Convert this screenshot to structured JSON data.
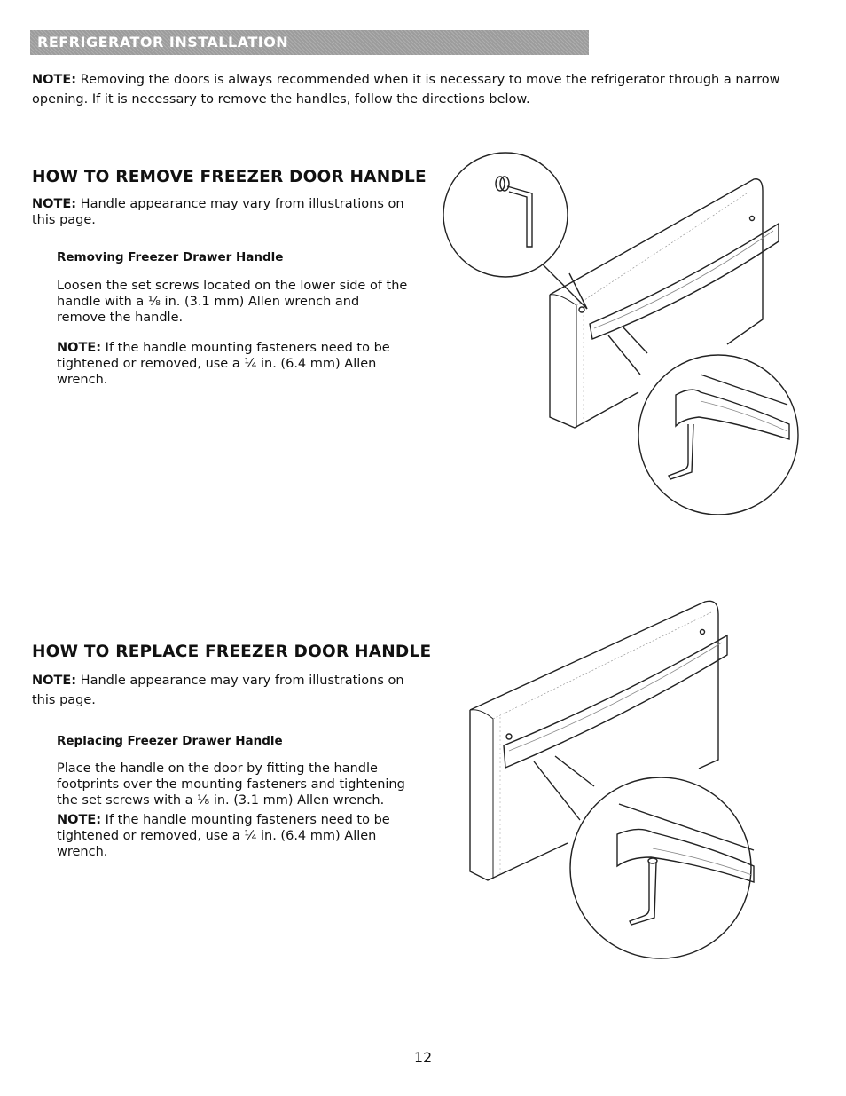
{
  "header": {
    "banner": "REFRIGERATOR INSTALLATION"
  },
  "intro": {
    "note_label": "NOTE:",
    "text": " Removing the doors is always recommended when it is necessary to move the refrigerator through a narrow opening. If it is necessary to remove the handles, follow the directions below."
  },
  "remove": {
    "heading": "HOW TO REMOVE FREEZER DOOR HANDLE",
    "note_label": "NOTE:",
    "note_text": " Handle appearance may vary from illustrations on this page.",
    "subheading": "Removing Freezer Drawer Handle",
    "step": "Loosen the set screws located on the lower side of the handle with a ⅛ in. (3.1 mm) Allen wrench and remove the handle.",
    "note2_label": "NOTE:",
    "note2_text": " If the handle mounting fasteners need to be tightened or removed, use a ¼ in. (6.4 mm) Allen wrench."
  },
  "replace": {
    "heading": "HOW TO REPLACE FREEZER DOOR HANDLE",
    "note_label": "NOTE:",
    "note_text": " Handle appearance may vary from illustrations on this page.",
    "subheading": "Replacing Freezer Drawer Handle",
    "step": "Place the handle on the door by fitting the handle footprints over the mounting fasteners and tightening the set screws with a ⅛ in. (3.1 mm) Allen wrench.",
    "note2_label": "NOTE:",
    "note2_text": " If the handle mounting fasteners need to be tightened or removed, use a ¼ in. (6.4 mm) Allen wrench."
  },
  "footer": {
    "page_number": "12"
  }
}
